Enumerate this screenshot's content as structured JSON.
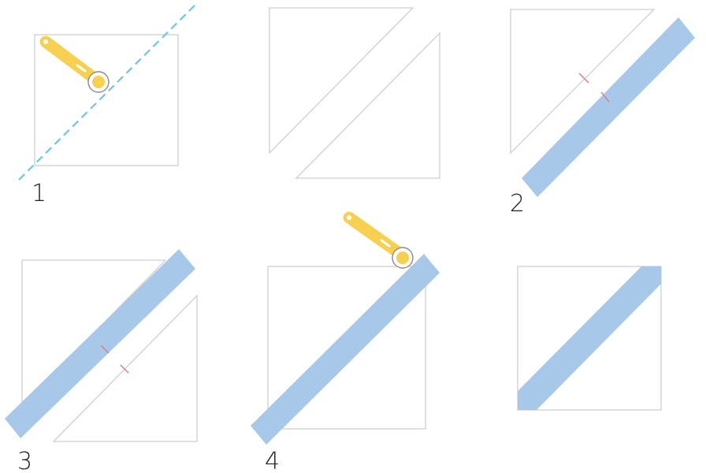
{
  "colors": {
    "outline": "#cfcfcf",
    "strip": "#a8c8ea",
    "cut_line": "#6cc7e2",
    "cutter": "#f6d04e",
    "cutter_ring": "#8a8a8a",
    "seam_mark": "#e07a8a",
    "number": "#222222"
  },
  "icons": {
    "rotary_cutter": "rotary-cutter-icon"
  },
  "steps": [
    {
      "label": "1"
    },
    {
      "label": "2"
    },
    {
      "label": "3"
    },
    {
      "label": "4"
    }
  ]
}
